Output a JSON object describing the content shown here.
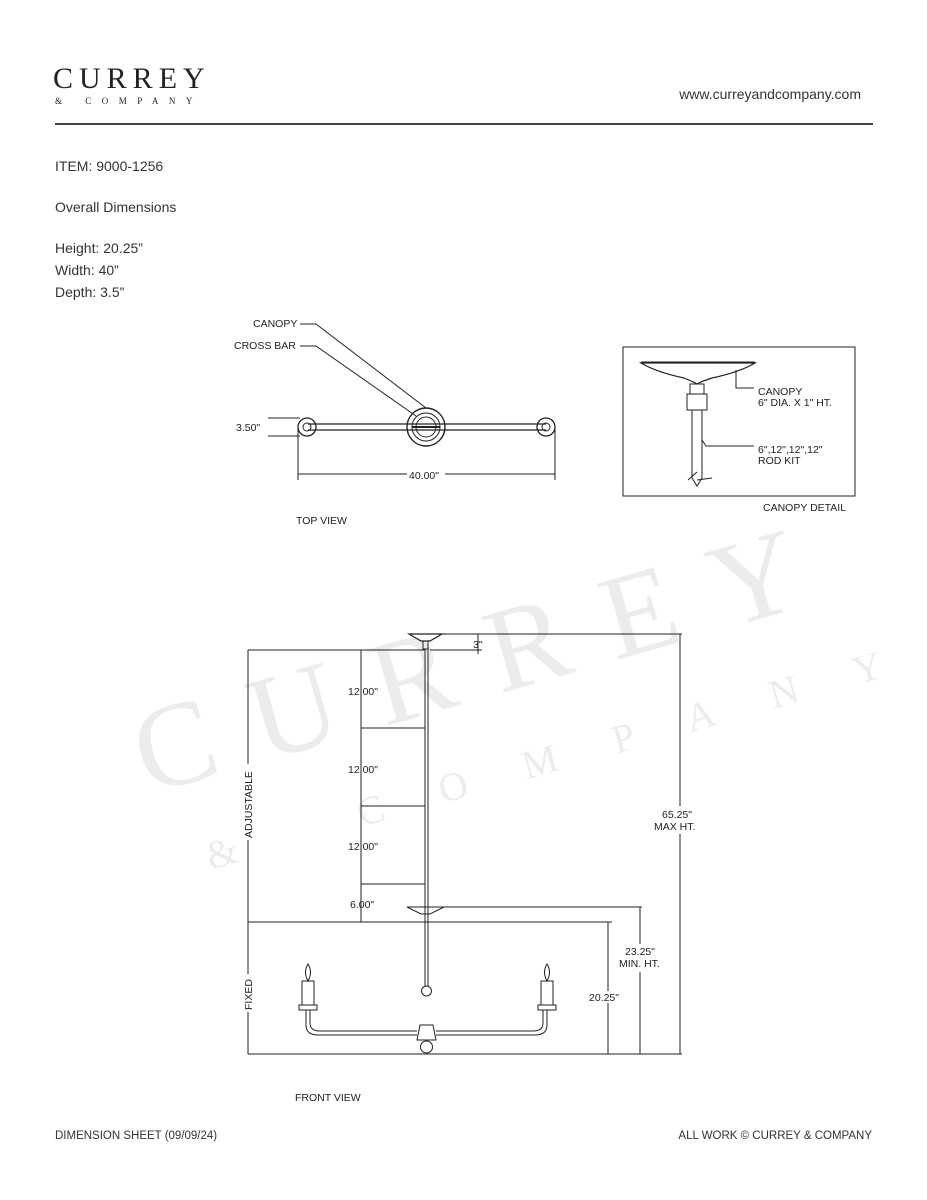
{
  "header": {
    "logo_main": "Curreyˇ",
    "logo_sub": "& COMPANY",
    "website": "www.curreyandcompany.com"
  },
  "specs": {
    "item": "ITEM: 9000-1256",
    "section": "Overall Dimensions",
    "height": "Height: 20.25”",
    "width": "Width: 40”",
    "depth": "Depth: 3.5”"
  },
  "watermark": {
    "main": "CURREY",
    "sub": "& COMPANY"
  },
  "top_view": {
    "label_canopy": "CANOPY",
    "label_crossbar": "CROSS BAR",
    "depth_dim": "3.50\"",
    "width_dim": "40.00\"",
    "caption": "TOP VIEW"
  },
  "canopy_detail": {
    "canopy_line1": "CANOPY",
    "canopy_line2": "6\" DIA. X 1\" HT.",
    "rod_line1": "6\",12\",12\",12\"",
    "rod_line2": "ROD KIT",
    "caption": "CANOPY DETAIL"
  },
  "front_view": {
    "canopy_ht": "3\"",
    "rod1": "12.00\"",
    "rod2": "12.00\"",
    "rod3": "12.00\"",
    "rod4": "6.00\"",
    "adjustable": "ADJUSTABLE",
    "fixed": "FIXED",
    "max_val": "65.25\"",
    "max_label": "MAX HT.",
    "min_val": "23.25\"",
    "min_label": "MIN. HT.",
    "body_ht": "20.25\"",
    "caption": "FRONT VIEW"
  },
  "footer": {
    "left": "DIMENSION SHEET (09/09/24)",
    "right": "ALL WORK © CURREY & COMPANY"
  }
}
